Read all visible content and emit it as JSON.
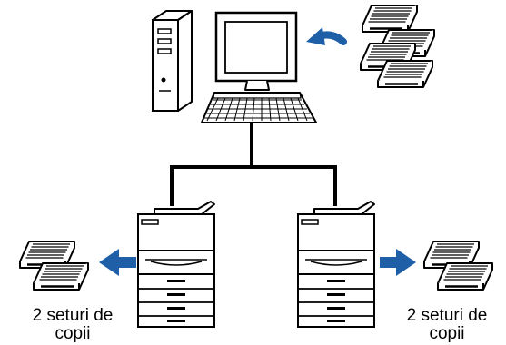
{
  "captions": {
    "left": {
      "line1": "2 seturi de",
      "line2": "copii"
    },
    "right": {
      "line1": "2 seturi de",
      "line2": "copii"
    }
  },
  "icons": {
    "computer_tower": "computer-tower-icon",
    "monitor": "monitor-icon",
    "keyboard": "keyboard-icon",
    "document_stacks": "document-stack-icon",
    "printer": "multifunction-printer-icon",
    "arrow": "arrow-icon"
  },
  "colors": {
    "arrow_blue": "#1f5fa8",
    "outline": "#000000",
    "paper": "#ffffff"
  }
}
